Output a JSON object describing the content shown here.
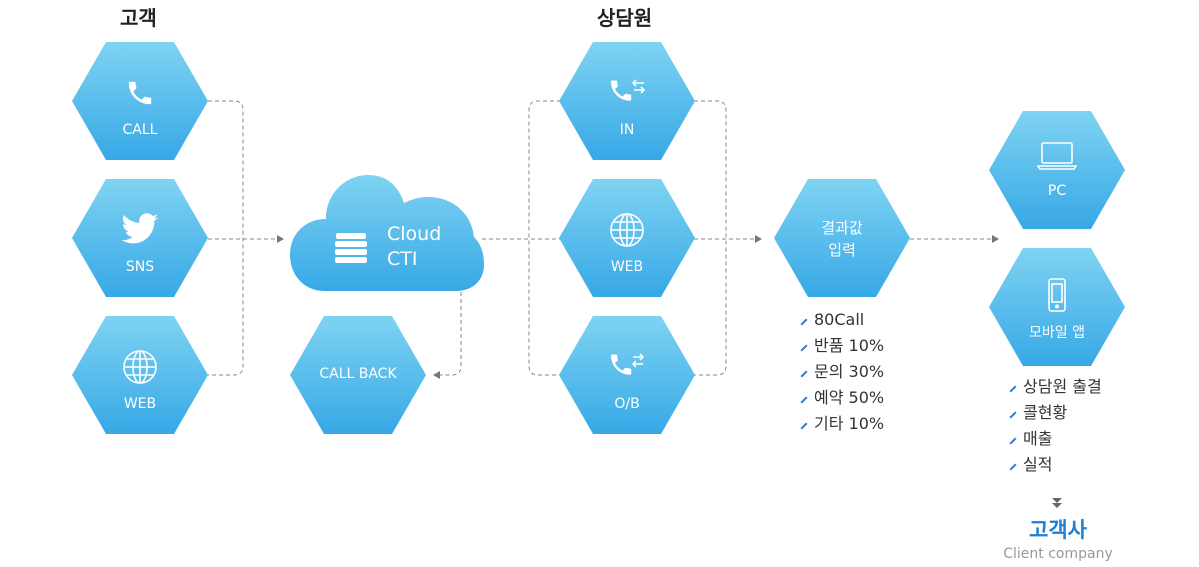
{
  "headings": {
    "customer": "고객",
    "agent": "상담원"
  },
  "customer_nodes": [
    {
      "label": "CALL",
      "icon": "phone-icon"
    },
    {
      "label": "SNS",
      "icon": "twitter-icon"
    },
    {
      "label": "WEB",
      "icon": "globe-icon"
    }
  ],
  "cloud": {
    "line1": "Cloud",
    "line2": "CTI",
    "icon": "server-stack-icon"
  },
  "callback": {
    "label": "CALL BACK"
  },
  "agent_nodes": [
    {
      "label": "IN",
      "icon": "phone-incoming-icon"
    },
    {
      "label": "WEB",
      "icon": "globe-icon"
    },
    {
      "label": "O/B",
      "icon": "phone-outgoing-icon"
    }
  ],
  "result": {
    "line1": "결과값",
    "line2": "입력"
  },
  "result_list": [
    "80Call",
    "반품 10%",
    "문의 30%",
    "예약 50%",
    "기타 10%"
  ],
  "devices": [
    {
      "label": "PC",
      "icon": "laptop-icon"
    },
    {
      "label": "모바일 앱",
      "icon": "mobile-icon"
    }
  ],
  "device_list": [
    "상담원 출결",
    "콜현황",
    "매출",
    "실적"
  ],
  "client": {
    "title": "고객사",
    "subtitle": "Client company"
  },
  "colors": {
    "hex_top": "#7fd3f2",
    "hex_bottom": "#37a8e6",
    "connector": "#888888",
    "client_title": "#1f7fd1"
  }
}
